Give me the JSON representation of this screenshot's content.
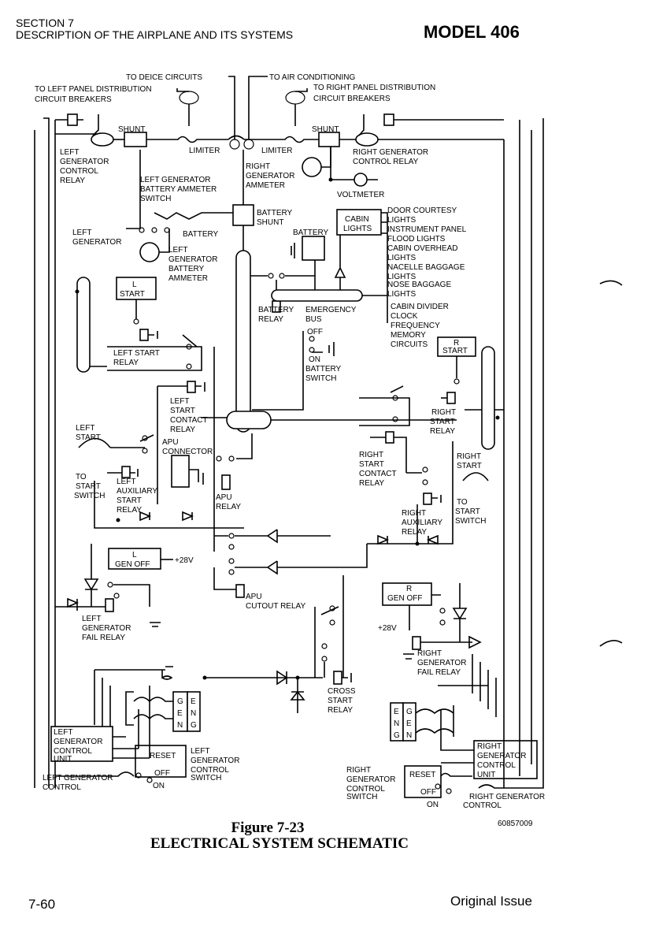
{
  "header": {
    "section": "SECTION 7",
    "description": "DESCRIPTION OF THE AIRPLANE AND ITS SYSTEMS",
    "model": "MODEL 406"
  },
  "caption": {
    "figure": "Figure 7-23",
    "title": "ELECTRICAL SYSTEM SCHEMATIC",
    "code": "60857009"
  },
  "footer": {
    "page": "7-60",
    "issue": "Original Issue"
  },
  "labels": {
    "to_deice": "TO DEICE CIRCUITS",
    "to_air": "TO AIR CONDITIONING",
    "to_left_panel_1": "TO LEFT PANEL DISTRIBUTION",
    "to_left_panel_2": "CIRCUIT BREAKERS",
    "to_right_panel_1": "TO RIGHT PANEL DISTRIBUTION",
    "to_right_panel_2": "CIRCUIT BREAKERS",
    "shunt_left": "SHUNT",
    "shunt_right": "SHUNT",
    "limiter_left": "LIMITER",
    "limiter_right": "LIMITER",
    "lgcr_1": "LEFT",
    "lgcr_2": "GENERATOR",
    "lgcr_3": "CONTROL",
    "lgcr_4": "RELAY",
    "rgcr_1": "RIGHT GENERATOR",
    "rgcr_2": "CONTROL RELAY",
    "lgbas_1": "LEFT GENERATOR",
    "lgbas_2": "BATTERY AMMETER",
    "lgbas_3": "SWITCH",
    "rga_1": "RIGHT",
    "rga_2": "GENERATOR",
    "rga_3": "AMMETER",
    "voltmeter": "VOLTMETER",
    "batshunt_1": "BATTERY",
    "batshunt_2": "SHUNT",
    "battery_top": "BATTERY",
    "battery_arrow": "BATTERY",
    "lgen_1": "LEFT",
    "lgen_2": "GENERATOR",
    "lgba_1": "LEFT",
    "lgba_2": "GENERATOR",
    "lgba_3": "BATTERY",
    "lgba_4": "AMMETER",
    "cabin_lights_1": "CABIN",
    "cabin_lights_2": "LIGHTS",
    "load_door_1": "DOOR COURTESY",
    "load_door_2": "LIGHTS",
    "load_inst_1": "INSTRUMENT PANEL",
    "load_inst_2": "FLOOD LIGHTS",
    "load_cabin_1": "CABIN OVERHEAD",
    "load_cabin_2": "LIGHTS",
    "load_nacelle_1": "NACELLE BAGGAGE",
    "load_nacelle_2": "LIGHTS",
    "load_nose_1": "NOSE BAGGAGE",
    "load_nose_2": "LIGHTS",
    "load_div_1": "CABIN DIVIDER",
    "load_div_2": "CLOCK",
    "load_freq_1": "FREQUENCY",
    "load_freq_2": "MEMORY",
    "load_freq_3": "CIRCUITS",
    "l_start_1": "L",
    "l_start_2": "START",
    "r_start_1": "R",
    "r_start_2": "START",
    "batrelay_1": "BATTERY",
    "batrelay_2": "RELAY",
    "embus_1": "EMERGENCY",
    "embus_2": "BUS",
    "batsw_off": "OFF",
    "batsw_on": "ON",
    "batsw_1": "BATTERY",
    "batsw_2": "SWITCH",
    "lsr_1": "LEFT START",
    "lsr_2": "RELAY",
    "lscr_1": "LEFT",
    "lscr_2": "START",
    "lscr_3": "CONTACT",
    "lscr_4": "RELAY",
    "ls_1": "LEFT",
    "ls_2": "START",
    "apu_conn_1": "APU",
    "apu_conn_2": "CONNECTOR",
    "tss_1": "TO",
    "tss_2": "START",
    "tss_3": "SWITCH",
    "lasr_1": "LEFT",
    "lasr_2": "AUXILIARY",
    "lasr_3": "START",
    "lasr_4": "RELAY",
    "apur_1": "APU",
    "apur_2": "RELAY",
    "rsr_1": "RIGHT",
    "rsr_2": "START",
    "rsr_3": "RELAY",
    "rscr_1": "RIGHT",
    "rscr_2": "START",
    "rscr_3": "CONTACT",
    "rscr_4": "RELAY",
    "rs_1": "RIGHT",
    "rs_2": "START",
    "rasr_1": "RIGHT",
    "rasr_2": "AUXILIARY",
    "rasr_3": "RELAY",
    "rtss_1": "TO",
    "rtss_2": "START",
    "rtss_3": "SWITCH",
    "l_genoff_1": "L",
    "l_genoff_2": "GEN OFF",
    "r_genoff_1": "R",
    "r_genoff_2": "GEN OFF",
    "plus28_left": "+28V",
    "plus28_right": "+28V",
    "lgfr_1": "LEFT",
    "lgfr_2": "GENERATOR",
    "lgfr_3": "FAIL RELAY",
    "rgfr_1": "RIGHT",
    "rgfr_2": "GENERATOR",
    "rgfr_3": "FAIL RELAY",
    "apucut_1": "APU",
    "apucut_2": "CUTOUT RELAY",
    "cross_1": "CROSS",
    "cross_2": "START",
    "cross_3": "RELAY",
    "gen_g": "G",
    "gen_e": "E",
    "gen_n": "N",
    "eng_e": "E",
    "eng_n": "N",
    "eng_g": "G",
    "lgcu_1": "LEFT",
    "lgcu_2": "GENERATOR",
    "lgcu_3": "CONTROL",
    "lgcu_4": "UNIT",
    "rgcu_1": "RIGHT",
    "rgcu_2": "GENERATOR",
    "rgcu_3": "CONTROL",
    "rgcu_4": "UNIT",
    "reset_left": "RESET",
    "reset_right": "RESET",
    "off_left": "OFF",
    "on_left": "ON",
    "off_right": "OFF",
    "on_right": "ON",
    "lgcs_1": "LEFT",
    "lgcs_2": "GENERATOR",
    "lgcs_3": "CONTROL",
    "lgcs_4": "SWITCH",
    "rgcs_1": "RIGHT",
    "rgcs_2": "GENERATOR",
    "rgcs_3": "CONTROL",
    "rgcs_4": "SWITCH",
    "lgc_1": "LEFT GENERATOR",
    "lgc_2": "CONTROL",
    "rgc_1": "RIGHT GENERATOR",
    "rgc_2": "CONTROL"
  }
}
